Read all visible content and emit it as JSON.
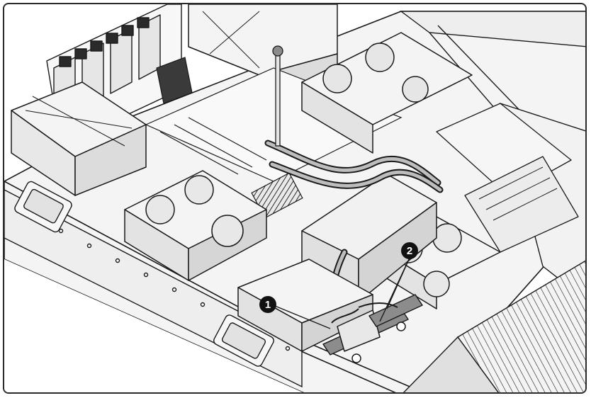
{
  "diagram": {
    "callouts": [
      {
        "id": "callout-1",
        "number": "1"
      },
      {
        "id": "callout-2",
        "number": "2"
      }
    ],
    "colors": {
      "line": "#1a1a1a",
      "fill_light": "#f4f4f4",
      "fill_mid": "#d9d9d9",
      "fill_dark": "#8c8c8c",
      "cable": "#bdbdbd",
      "callout_bg": "#111111"
    }
  }
}
